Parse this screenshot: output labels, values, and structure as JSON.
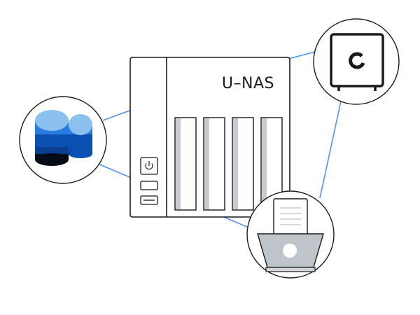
{
  "device": {
    "brand_label": "U–NAS"
  },
  "nodes": [
    {
      "id": "database",
      "icon": "database-icon"
    },
    {
      "id": "safe",
      "icon": "safe-icon"
    },
    {
      "id": "scanner",
      "icon": "printer-scanner-icon"
    }
  ],
  "colors": {
    "link": "#4f95f0",
    "outline": "#1a1a1a",
    "bay_shade": "#c8ccd2",
    "db_light": "#8cc0ee",
    "db_mid": "#2a7de0",
    "db_dark": "#0b4fb3",
    "tray": "#bfc4ca"
  }
}
